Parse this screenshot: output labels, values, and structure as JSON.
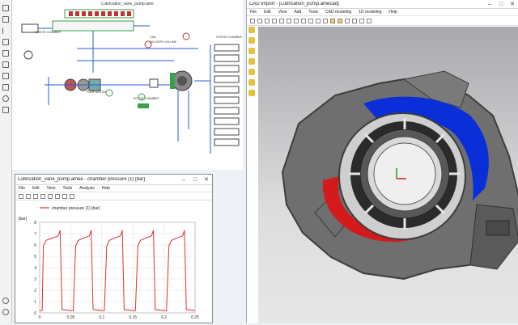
{
  "left_toolstrip": {
    "icons": [
      "arrow-icon",
      "text-icon",
      "line-icon",
      "zigzag-icon",
      "slash-icon",
      "undo-icon",
      "pointer-icon",
      "rectangle-icon",
      "circle-icon",
      "square-icon",
      "zoom-in-icon",
      "zoom-out-icon"
    ]
  },
  "sketch": {
    "title": "Lubrication_vane_pump.ame",
    "labels": {
      "stator_chamber": "STATOR CHAMBER",
      "cad": "CAD",
      "delivery": "DELIVERY VOLUME",
      "rotor_chamber": "ROTOR CHAMBER",
      "pump_motor": "PUMP MOTOR",
      "stator_chamber2": "STATOR CHAMBER"
    }
  },
  "plot_window": {
    "title": "Lubrication_vane_pump.amee - chamber pressure (1) [bar]",
    "menu": [
      "File",
      "Edit",
      "View",
      "Tools",
      "Analysis",
      "Help"
    ],
    "legend": "chamber pressure (1) [bar]",
    "legend_color": "#e03030",
    "y_unit": "[bar]",
    "y_ticks": [
      "8",
      "7",
      "6",
      "5",
      "4",
      "3",
      "2",
      "1",
      "0"
    ],
    "x_ticks": [
      "0",
      "0.05",
      "0.1",
      "0.15",
      "0.2",
      "0.25"
    ]
  },
  "cad_window": {
    "title": "CAD Import - [Lubrication_pump.amecad]",
    "menu": [
      "File",
      "Edit",
      "View",
      "Add",
      "Tools",
      "CAD modeling",
      "1D modeling",
      "Help"
    ],
    "colors": {
      "body": "#6e6e6e",
      "high_pressure": "#d41a1a",
      "low_pressure": "#0a2fd8",
      "inner": "#c8c8c8"
    }
  },
  "chart_data": {
    "type": "line",
    "title": "",
    "xlabel": "",
    "ylabel": "[bar]",
    "xlim": [
      0,
      0.25
    ],
    "ylim": [
      0,
      8
    ],
    "series": [
      {
        "name": "chamber pressure (1) [bar]",
        "x": [
          0,
          0.004,
          0.006,
          0.01,
          0.02,
          0.03,
          0.033,
          0.036,
          0.05,
          0.054,
          0.058,
          0.062,
          0.07,
          0.08,
          0.083,
          0.086,
          0.1,
          0.104,
          0.108,
          0.112,
          0.12,
          0.13,
          0.133,
          0.136,
          0.15,
          0.154,
          0.158,
          0.162,
          0.17,
          0.18,
          0.183,
          0.186,
          0.2,
          0.204,
          0.208,
          0.212,
          0.22,
          0.23,
          0.233,
          0.236,
          0.25
        ],
        "values": [
          0.2,
          0.2,
          5.9,
          6.4,
          6.6,
          6.8,
          7.3,
          0.3,
          0.2,
          0.2,
          5.9,
          6.4,
          6.6,
          6.8,
          7.3,
          0.3,
          0.2,
          0.2,
          5.9,
          6.4,
          6.6,
          6.8,
          7.3,
          0.3,
          0.2,
          0.2,
          5.9,
          6.4,
          6.6,
          6.8,
          7.3,
          0.3,
          0.2,
          0.2,
          5.9,
          6.4,
          6.6,
          6.8,
          7.3,
          0.3,
          0.2
        ]
      }
    ]
  }
}
